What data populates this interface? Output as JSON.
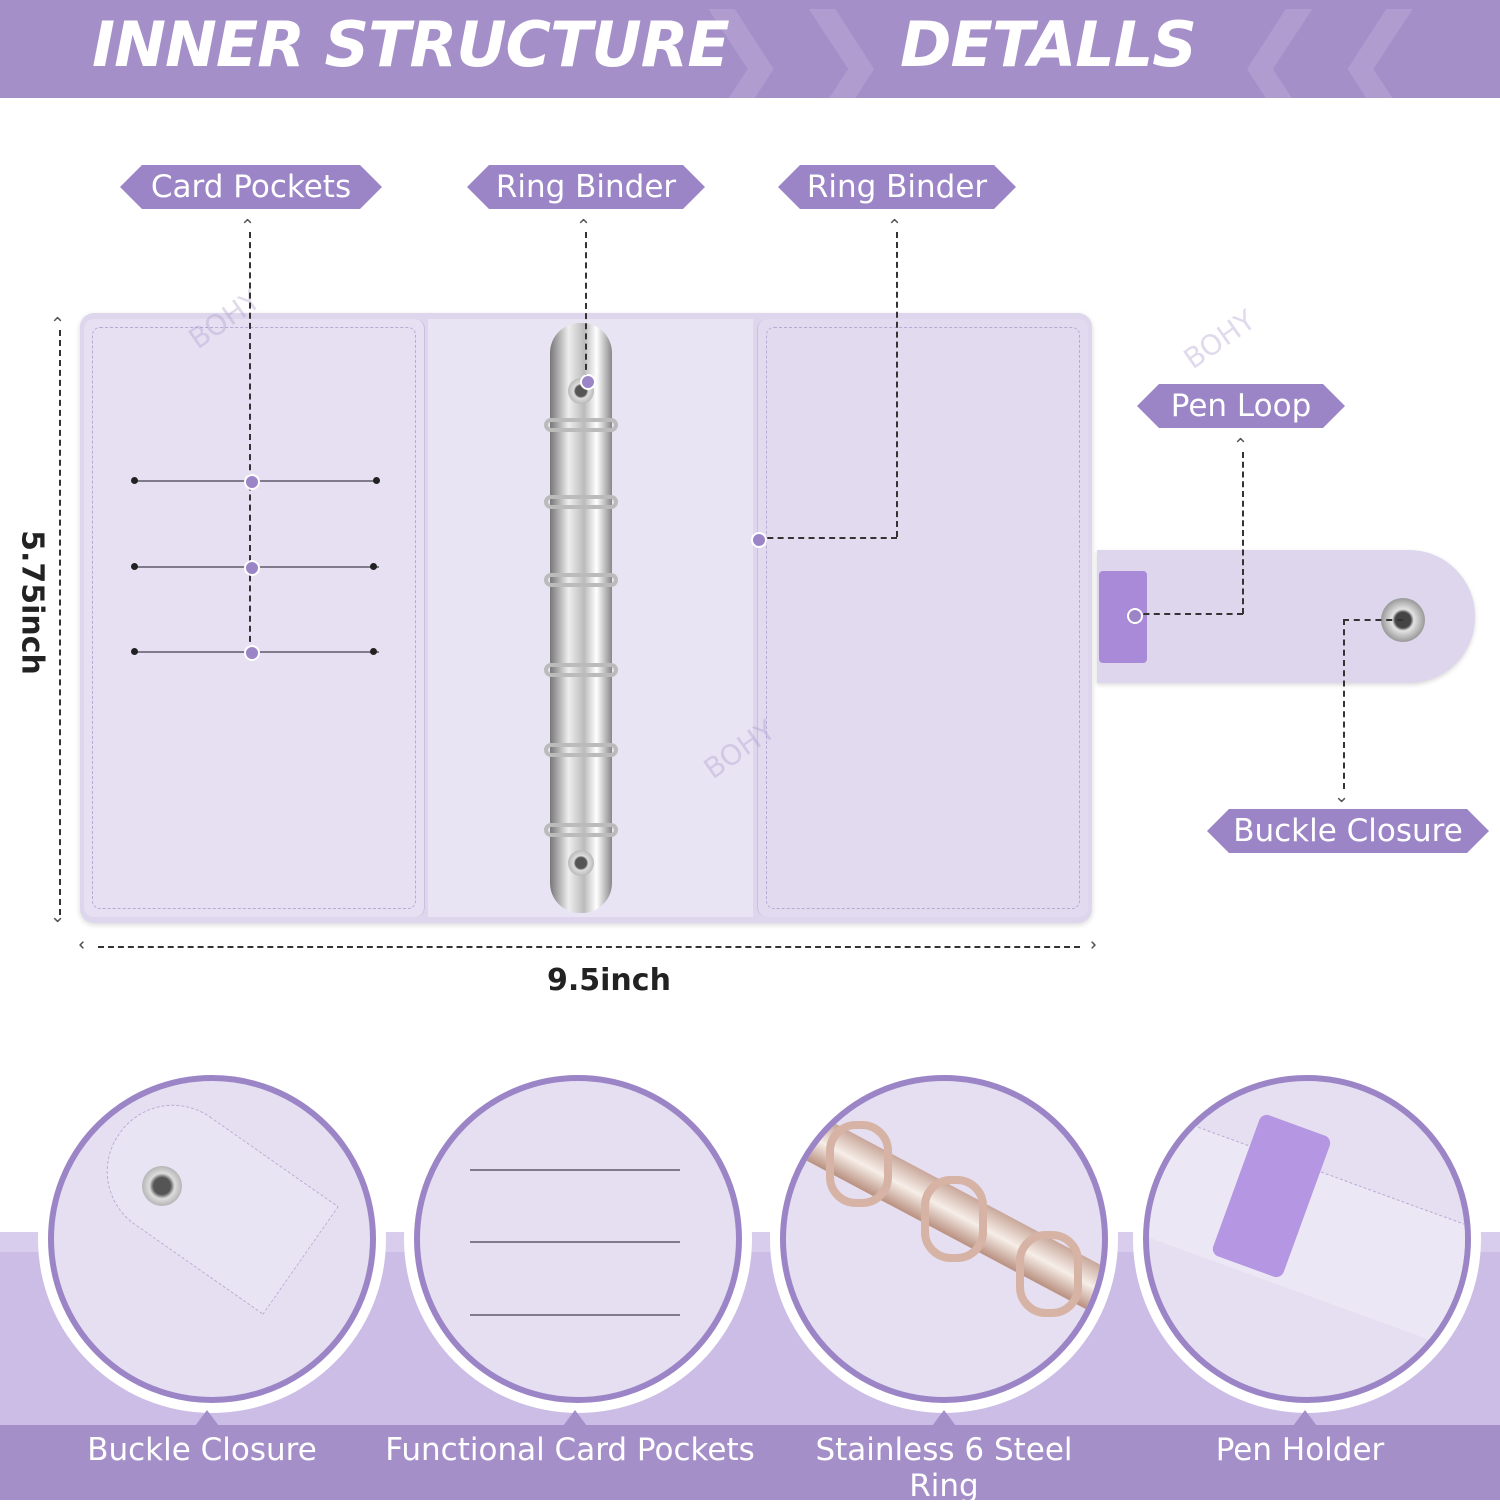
{
  "header": {
    "left_title": "INNER STRUCTURE",
    "right_title": "DETALLS"
  },
  "callouts": {
    "card_pockets": "Card Pockets",
    "ring_binder_1": "Ring Binder",
    "ring_binder_2": "Ring Binder",
    "pen_loop": "Pen Loop",
    "buckle_closure": "Buckle Closure"
  },
  "dimensions": {
    "height": "5.75inch",
    "width": "9.5inch"
  },
  "watermark": "BOHY",
  "captions": [
    "Buckle Closure",
    "Functional Card Pockets",
    "Stainless 6 Steel Ring",
    "Pen Holder"
  ],
  "colors": {
    "accent": "#a58fc9",
    "binder": "#ddd6ec",
    "pen_band": "#a98ad8"
  }
}
